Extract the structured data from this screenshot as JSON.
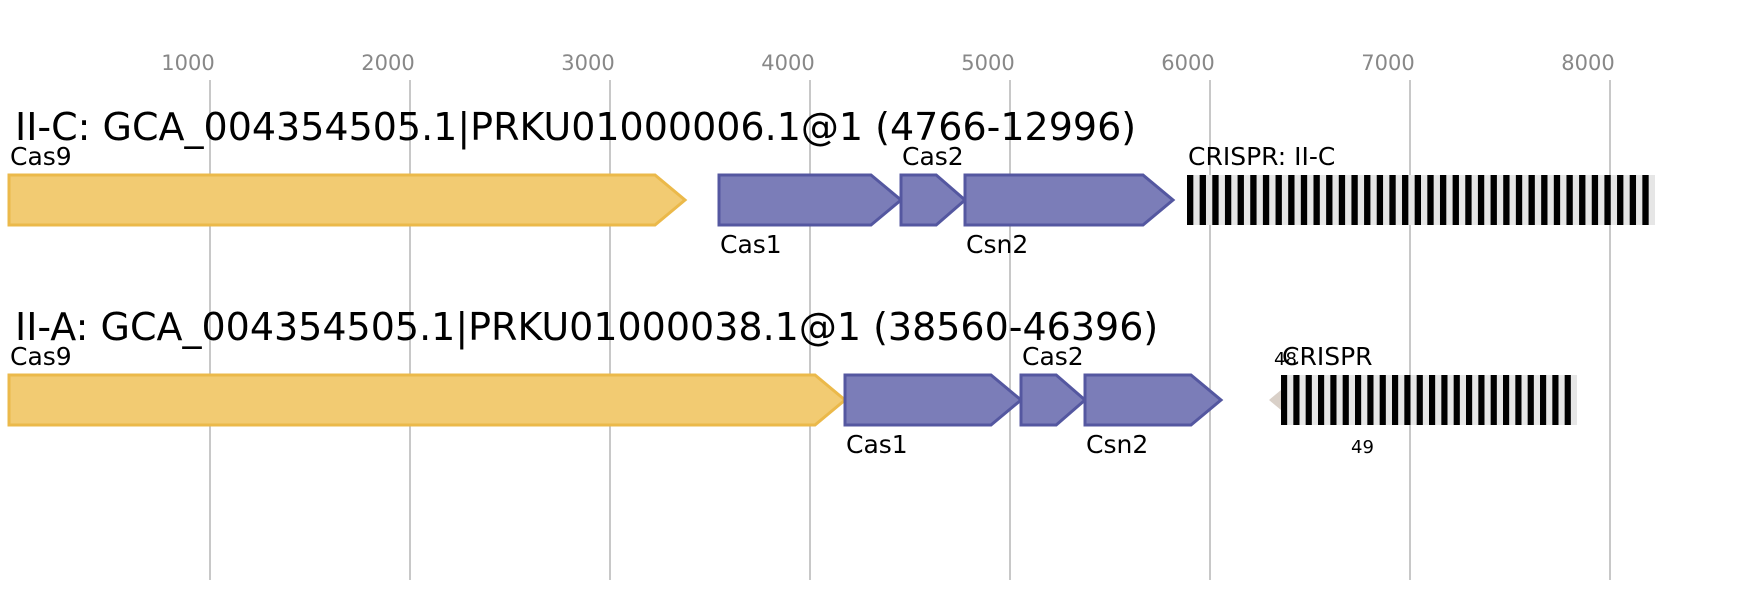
{
  "axis": {
    "ticks": [
      {
        "value": 1000,
        "label": "1000"
      },
      {
        "value": 2000,
        "label": "2000"
      },
      {
        "value": 3000,
        "label": "3000"
      },
      {
        "value": 4000,
        "label": "4000"
      },
      {
        "value": 5000,
        "label": "5000"
      },
      {
        "value": 6000,
        "label": "6000"
      },
      {
        "value": 7000,
        "label": "7000"
      },
      {
        "value": 8000,
        "label": "8000"
      }
    ]
  },
  "colors": {
    "cas9_fill": "#f2cb72",
    "cas9_stroke": "#ebb94a",
    "cas_fill": "#7b7db8",
    "cas_stroke": "#5457a0",
    "repeat": "#000000",
    "spacer": "#e6e6e6",
    "small_marker": "#d9d0c8"
  },
  "tracks": [
    {
      "id": "ii-c",
      "title": "II-C: GCA_004354505.1|PRKU01000006.1@1 (4766-12996)",
      "genes": [
        {
          "name": "Cas9",
          "start": 0,
          "end": 3380,
          "strand": "+",
          "color": "cas9",
          "label_pos": "above"
        },
        {
          "name": "Cas1",
          "start": 3550,
          "end": 4460,
          "strand": "+",
          "color": "cas",
          "label_pos": "below"
        },
        {
          "name": "Cas2",
          "start": 4460,
          "end": 4780,
          "strand": "+",
          "color": "cas",
          "label_pos": "above"
        },
        {
          "name": "Csn2",
          "start": 4780,
          "end": 5820,
          "strand": "+",
          "color": "cas",
          "label_pos": "below"
        }
      ],
      "crispr": {
        "label": "CRISPR: II-C",
        "start": 5890,
        "end": 8230,
        "repeat_count": 37
      }
    },
    {
      "id": "ii-a",
      "title": "II-A: GCA_004354505.1|PRKU01000038.1@1 (38560-46396)",
      "genes": [
        {
          "name": "Cas9",
          "start": 0,
          "end": 4180,
          "strand": "+",
          "color": "cas9",
          "label_pos": "above"
        },
        {
          "name": "Cas1",
          "start": 4180,
          "end": 5060,
          "strand": "+",
          "color": "cas",
          "label_pos": "below"
        },
        {
          "name": "Cas2",
          "start": 5060,
          "end": 5380,
          "strand": "+",
          "color": "cas",
          "label_pos": "above"
        },
        {
          "name": "Csn2",
          "start": 5380,
          "end": 6060,
          "strand": "+",
          "color": "cas",
          "label_pos": "below"
        }
      ],
      "crispr": {
        "label": "CRISPR",
        "start": 6360,
        "end": 7840,
        "repeat_count": 24
      },
      "marker": {
        "start": 6300,
        "end": 6360,
        "label": "48"
      },
      "crispr_below_label": "49"
    }
  ]
}
